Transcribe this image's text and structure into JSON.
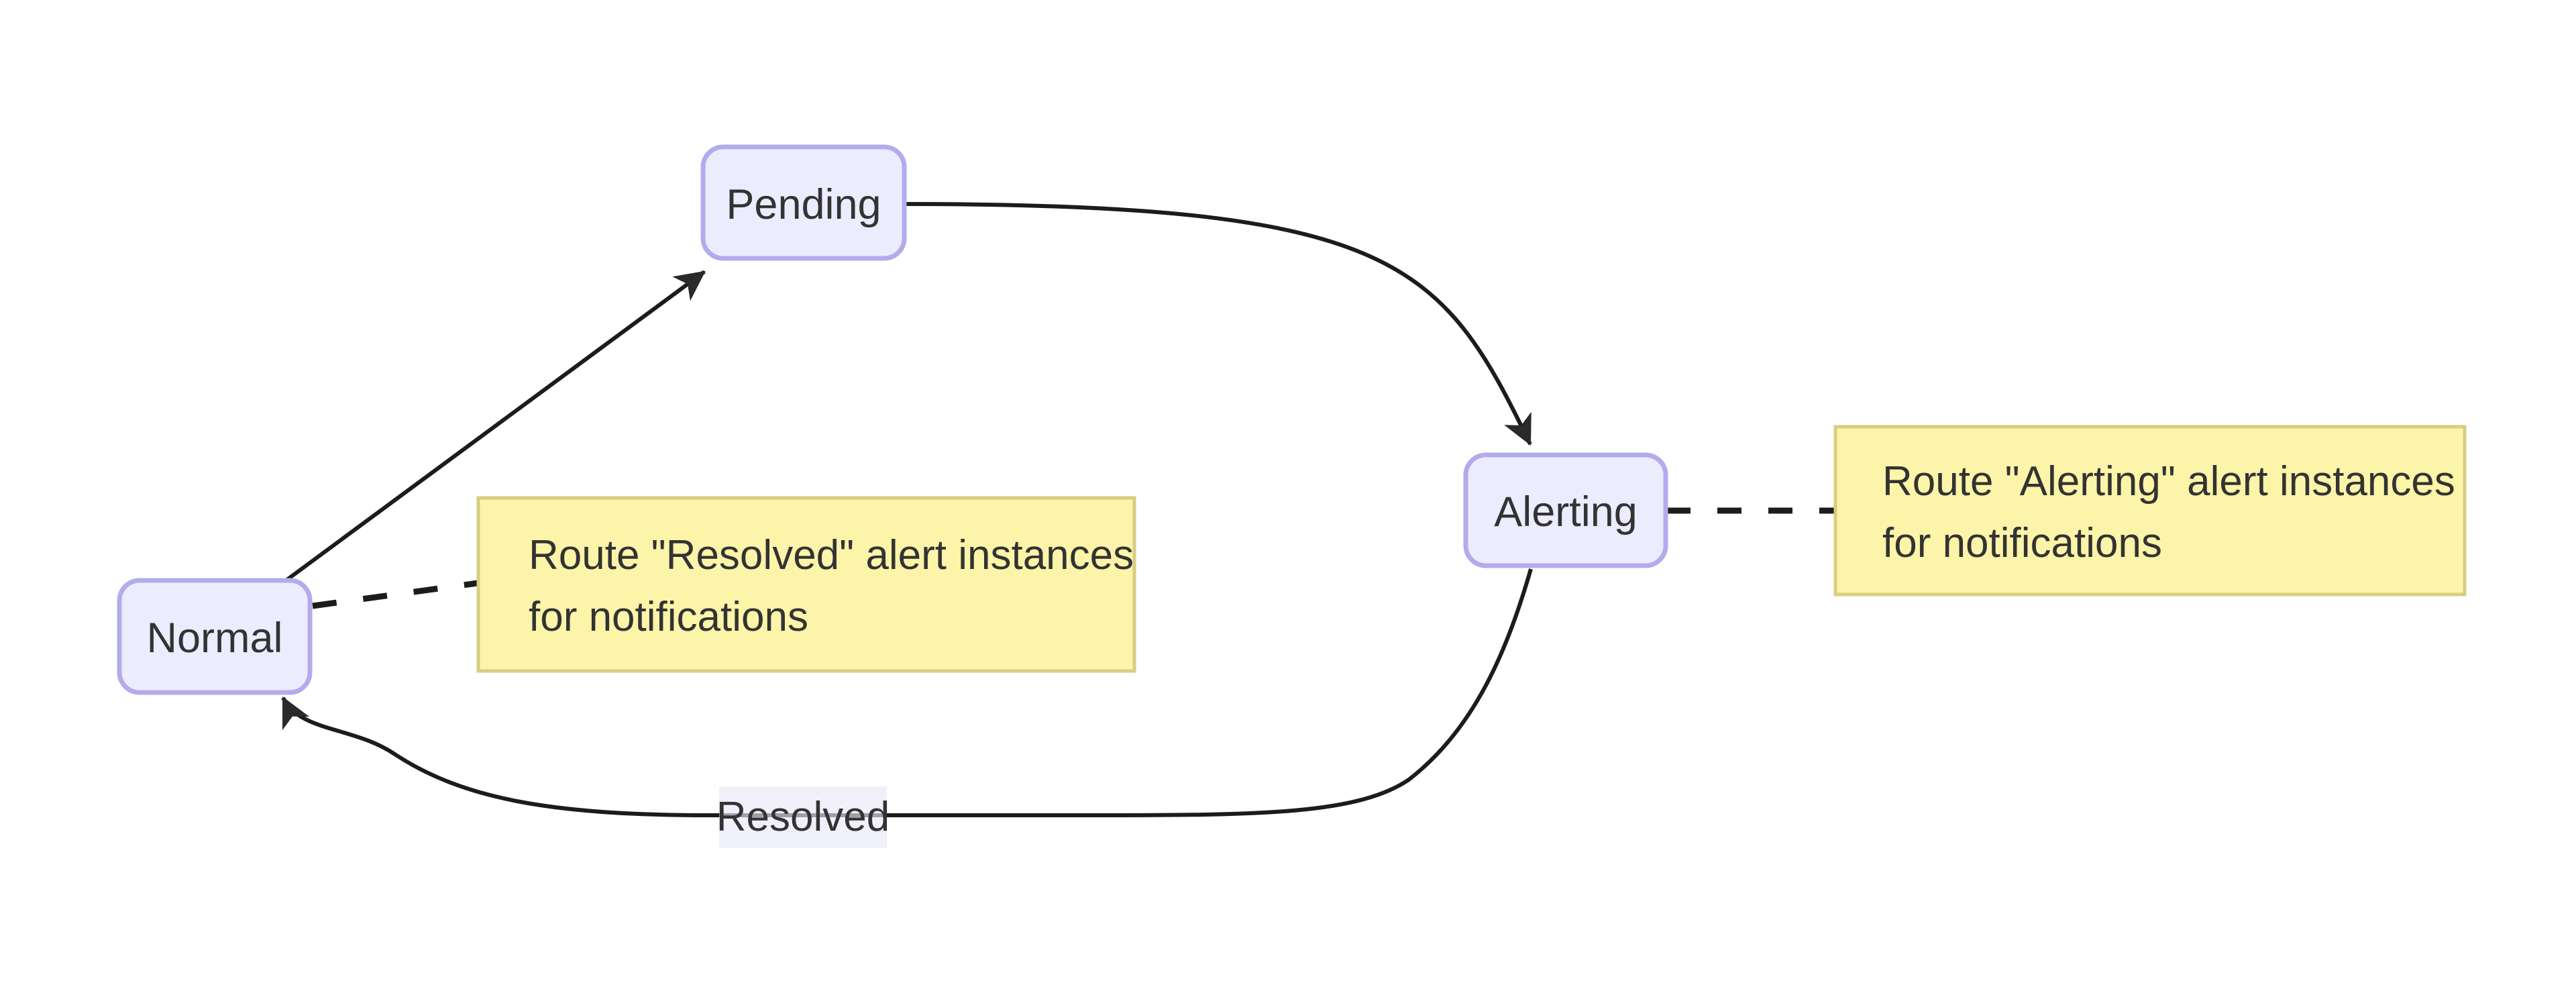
{
  "diagram": {
    "type": "state-diagram",
    "nodes": [
      {
        "id": "Normal",
        "label": "Normal"
      },
      {
        "id": "Pending",
        "label": "Pending"
      },
      {
        "id": "Alerting",
        "label": "Alerting"
      }
    ],
    "edges": [
      {
        "from": "Normal",
        "to": "Pending",
        "label": "",
        "style": "solid-arrow"
      },
      {
        "from": "Pending",
        "to": "Alerting",
        "label": "",
        "style": "solid-arrow"
      },
      {
        "from": "Alerting",
        "to": "Normal",
        "label": "Resolved",
        "style": "solid-arrow"
      }
    ],
    "notes": [
      {
        "attached_to": "Normal",
        "lines": [
          "Route \"Resolved\" alert instances",
          "for notifications"
        ]
      },
      {
        "attached_to": "Alerting",
        "lines": [
          "Route \"Alerting\" alert instances",
          "for notifications"
        ]
      }
    ],
    "colors": {
      "background": "#ffffff",
      "node_fill": "#ececff",
      "node_border": "#b3abeb",
      "node_text": "#333333",
      "note_fill": "#fcf4a8",
      "note_border": "#d8cd80",
      "note_text": "#333333",
      "edge_stroke": "#1c1c1c",
      "edge_label_bg": "#e8e8f8",
      "edge_label_text": "#333333"
    }
  }
}
